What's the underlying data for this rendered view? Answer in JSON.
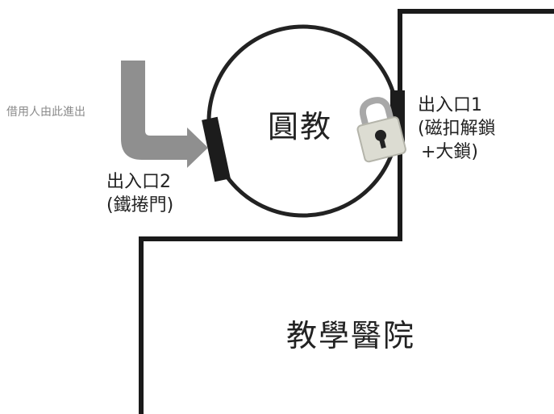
{
  "labels": {
    "entry_hint": "借用人由此進出",
    "circle_room": "圓教",
    "exit1_line1": "出入口1",
    "exit1_line2": "(磁扣解鎖",
    "exit1_line3": "+大鎖)",
    "exit2_line1": "出入口2",
    "exit2_line2": "(鐵捲門)",
    "building": "教學醫院"
  },
  "colors": {
    "wall": "#1a1a1a",
    "circle": "#222222",
    "door": "#1c1c1c",
    "arrow": "#8f8f8f",
    "lock_body": "#dcdcd2",
    "lock_shackle": "#a8a8a8",
    "text": "#222222",
    "hint_text": "#8a8a8a"
  },
  "icons": {
    "lock": "padlock-icon",
    "arrow": "curved-arrow-icon"
  }
}
